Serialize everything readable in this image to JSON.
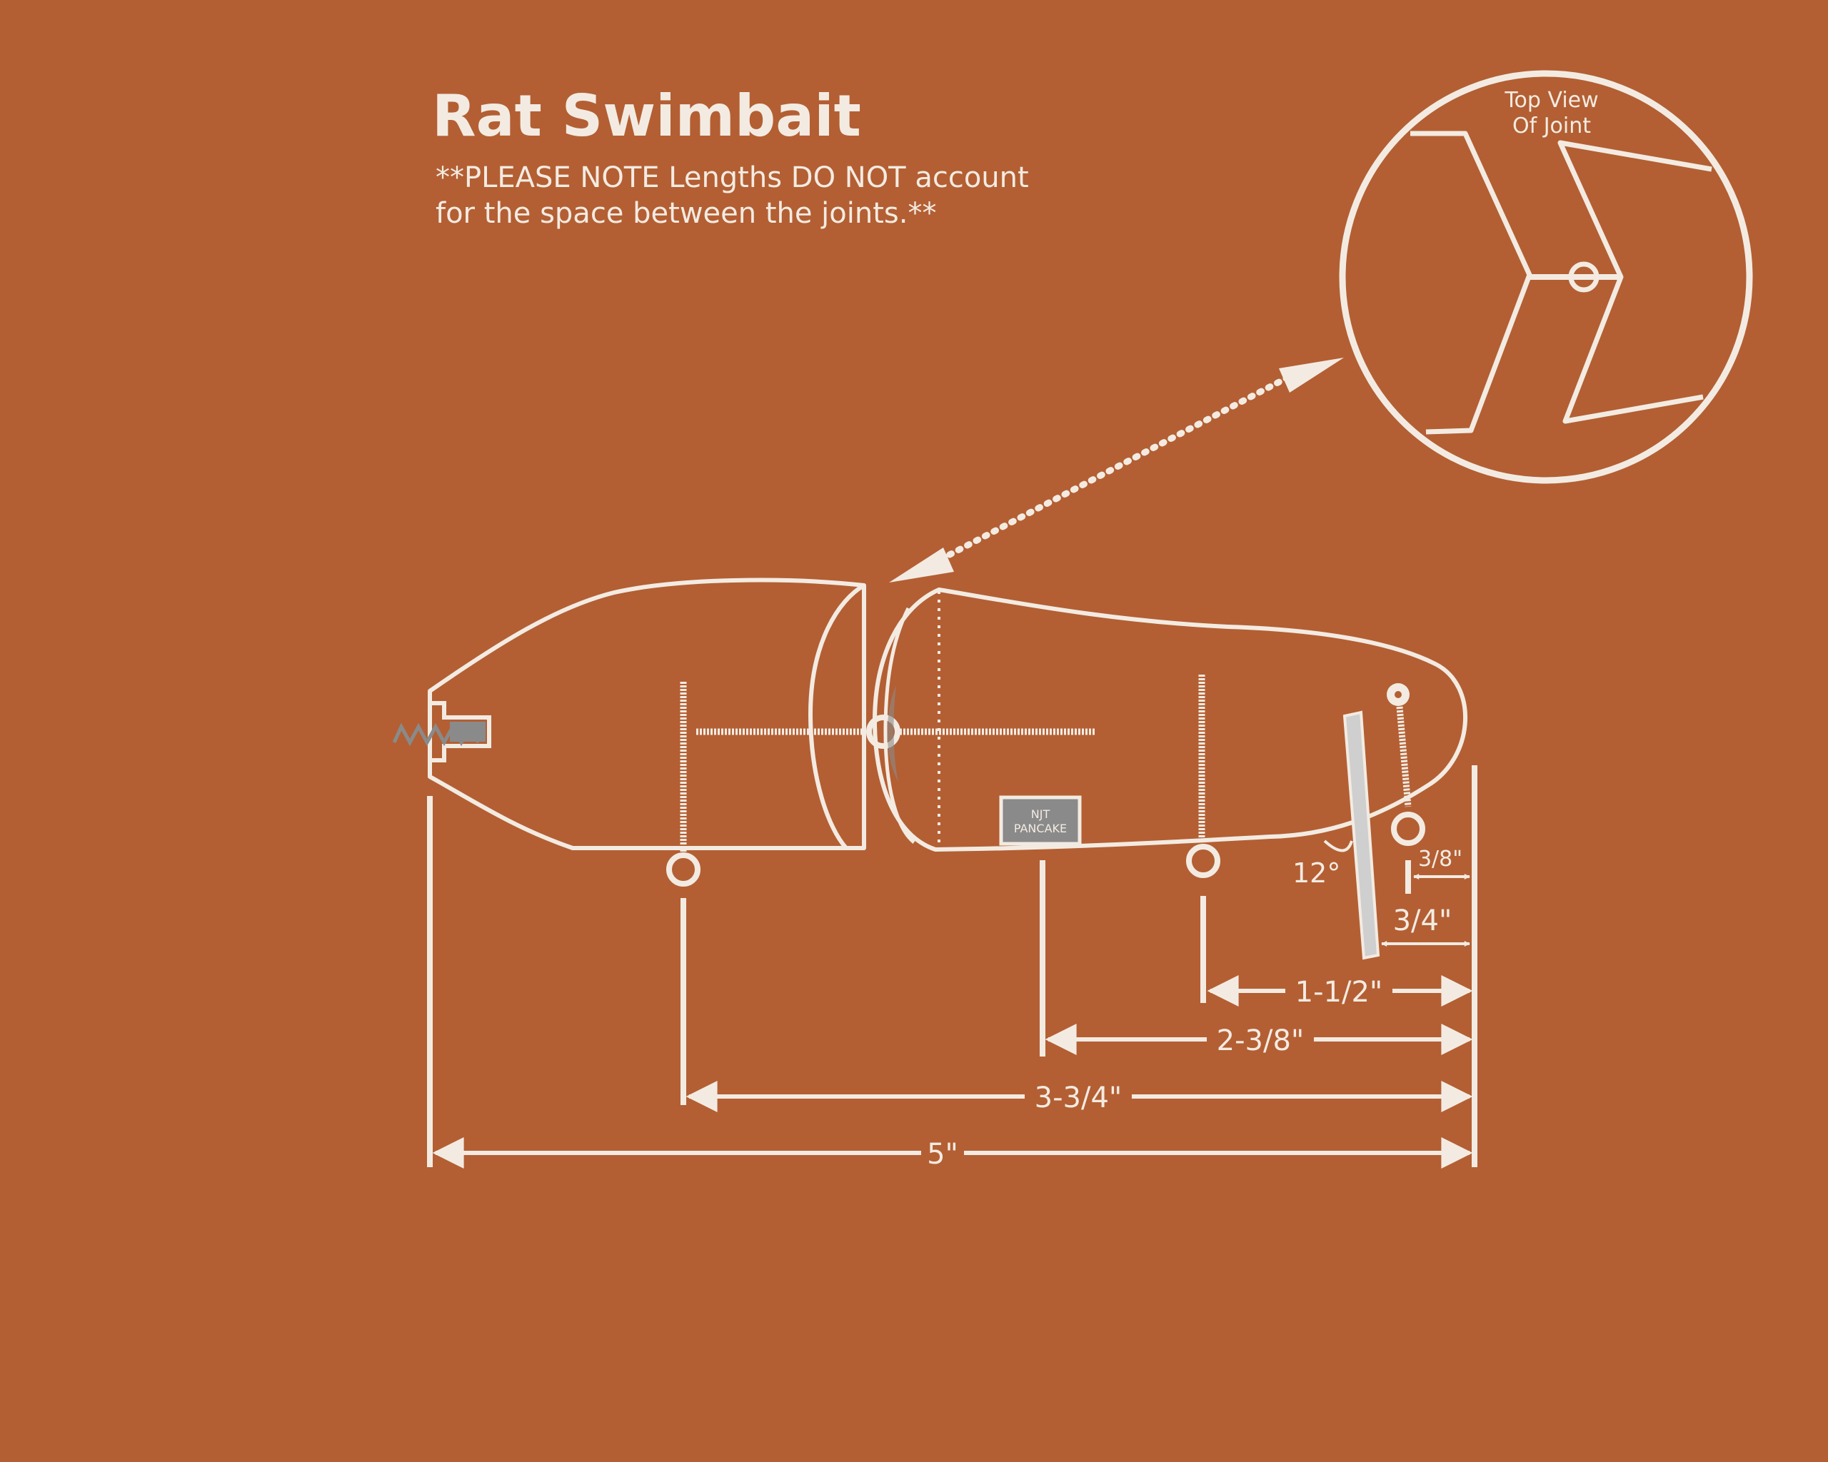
{
  "title": "Rat Swimbait",
  "note_line1": "**PLEASE NOTE Lengths DO NOT account",
  "note_line2": "for the space between the joints.**",
  "inset": {
    "label_line1": "Top View",
    "label_line2": "Of Joint"
  },
  "tag": {
    "line1": "NJT",
    "line2": "PANCAKE"
  },
  "angle_label": "12°",
  "dimensions": {
    "d_5": "5\"",
    "d_3_3_4": "3-3/4\"",
    "d_2_3_8": "2-3/8\"",
    "d_1_1_2": "1-1/2\"",
    "d_3_4": "3/4\"",
    "d_3_8": "3/8\""
  },
  "colors": {
    "background": "#b35f33",
    "line": "#f3ebe2",
    "gray": "#8a8a8a",
    "lip": "#cfcfcf"
  }
}
